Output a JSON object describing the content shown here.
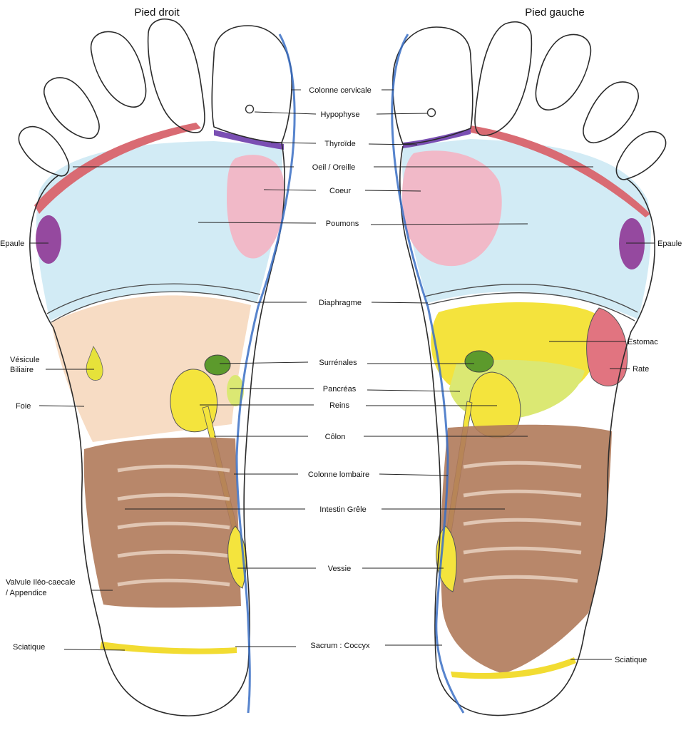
{
  "titles": {
    "right_foot": "Pied droit",
    "left_foot": "Pied gauche"
  },
  "center_labels": [
    "Colonne cervicale",
    "Hypophyse",
    "Thyroïde",
    "Oeil / Oreille",
    "Coeur",
    "Poumons",
    "Diaphragme",
    "Surrénales",
    "Pancréas",
    "Reins",
    "Côlon",
    "Colonne lombaire",
    "Intestin Grêle",
    "Vessie",
    "Sacrum : Coccyx"
  ],
  "right_side_labels": {
    "epaule": "Epaule",
    "vesicule_line1": "Vésicule",
    "vesicule_line2": "Biliaire",
    "foie": "Foie",
    "valvule_line1": "Valvule Iléo-caecale",
    "valvule_line2": "/ Appendice",
    "sciatique": "Sciatique"
  },
  "left_side_labels": {
    "estomac": "Estomac",
    "rate": "Rate",
    "epaule": "Epaule",
    "sciatique": "Sciatique"
  },
  "colors": {
    "toe_band": "#d96b73",
    "thyroid": "#7a4fb3",
    "lungs": "#cde9f4",
    "heart": "#f1b9c8",
    "shoulder": "#8b2d8f",
    "liver": "#f7dcc4",
    "gallbladder": "#e6e23a",
    "adrenal": "#5c9a2c",
    "kidney": "#f4e43d",
    "pancreas": "#dbe873",
    "stomach": "#f4e33d",
    "spleen": "#e17480",
    "intestine": "#b07a5a",
    "sciatic": "#f2dc32",
    "spine": "#3a6fc4"
  }
}
